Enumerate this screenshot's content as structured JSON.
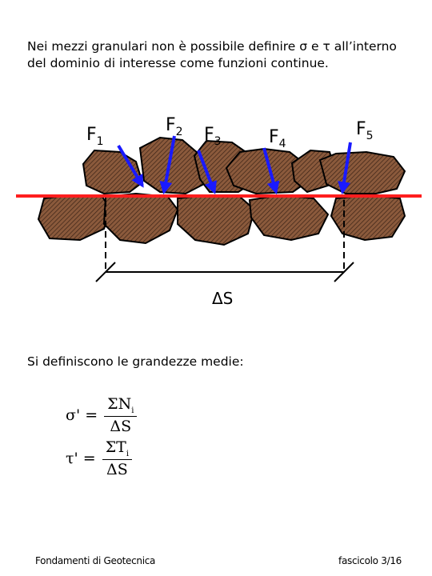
{
  "intro": {
    "line1": "Nei mezzi granulari non è possibile definire σ e τ all’interno",
    "line2": "del dominio di interesse come funzioni continue."
  },
  "forces": [
    {
      "name": "F",
      "sub": "1"
    },
    {
      "name": "F",
      "sub": "2"
    },
    {
      "name": "F",
      "sub": "3"
    },
    {
      "name": "F",
      "sub": "4"
    },
    {
      "name": "F",
      "sub": "5"
    }
  ],
  "delta_s_label": "ΔS",
  "definitions_intro": "Si definiscono le grandezze medie:",
  "formulas": {
    "sigma": {
      "lhs": "σ' =",
      "num": "ΣN",
      "num_sub": "i",
      "den": "ΔS"
    },
    "tau": {
      "lhs": "τ' =",
      "num": "ΣT",
      "num_sub": "i",
      "den": "ΔS"
    }
  },
  "footer": {
    "left": "Fondamenti di Geotecnica",
    "right": "fascicolo 3/16"
  },
  "colors": {
    "grain_fill": "#8b5a3c",
    "grain_stroke": "#000000",
    "cut_line": "#ff1e1e",
    "force_arrow": "#1a1aff"
  }
}
